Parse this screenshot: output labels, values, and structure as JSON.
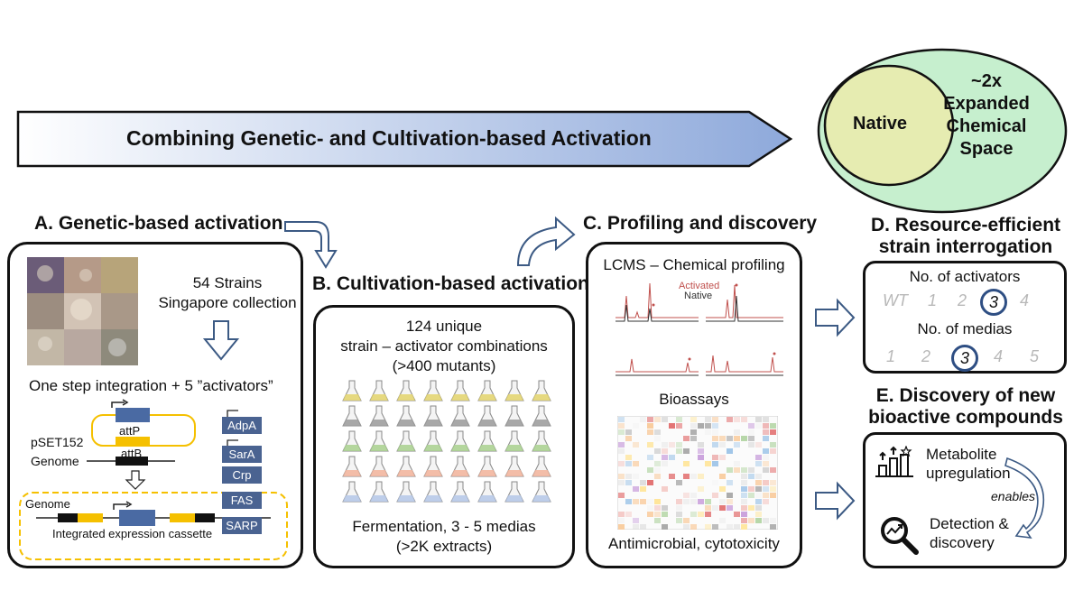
{
  "banner": {
    "title": "Combining Genetic- and Cultivation-based Activation"
  },
  "venn": {
    "inner": "Native",
    "outer_lines": [
      "~2x",
      "Expanded",
      "Chemical",
      "Space"
    ]
  },
  "panel_a": {
    "heading": "A. Genetic-based activation",
    "strains_line1": "54 Strains",
    "strains_line2": "Singapore collection",
    "integration": "One step integration + 5 ”activators”",
    "plasmid_label": "pSET152",
    "attp": "attP",
    "attb": "attB",
    "genome_label": "Genome",
    "genome_label2": "Genome",
    "cassette_label": "Integrated expression cassette",
    "activators": [
      "AdpA",
      "SarA",
      "Crp",
      "FAS",
      "SARP"
    ]
  },
  "panel_b": {
    "heading": "B. Cultivation-based activation",
    "line1": "124 unique",
    "line2": "strain – activator combinations",
    "line3": "(>400 mutants)",
    "line4": "Fermentation, 3 - 5 medias",
    "line5": "(>2K extracts)",
    "flask_colors": [
      "#e3d36b",
      "#9a9a9a",
      "#a8d08d",
      "#f2b39a",
      "#b4c7e7"
    ]
  },
  "panel_c": {
    "heading": "C. Profiling and discovery",
    "lcms": "LCMS – Chemical profiling",
    "activated": "Activated",
    "native": "Native",
    "bioassays": "Bioassays",
    "bottom": "Antimicrobial, cytotoxicity"
  },
  "panel_d": {
    "heading_line1": "D. Resource-efficient",
    "heading_line2": "strain interrogation",
    "activators_label": "No. of activators",
    "activator_numbers": [
      "WT",
      "1",
      "2",
      "3",
      "4"
    ],
    "activators_selected": "3",
    "medias_label": "No. of medias",
    "media_numbers": [
      "1",
      "2",
      "3",
      "4",
      "5"
    ],
    "medias_selected": "3"
  },
  "panel_e": {
    "heading_line1": "E. Discovery of new",
    "heading_line2": "bioactive compounds",
    "metabolite_line1": "Metabolite",
    "metabolite_line2": "upregulation",
    "enables": "enables",
    "detection_line1": "Detection &",
    "detection_line2": "discovery"
  },
  "colors": {
    "activator_box": "#4a6391",
    "arrow_outline": "#3c5a84",
    "banner_end": "#8ea9db",
    "venn_outer": "#c6efce",
    "venn_inner": "#e6ecb1",
    "yellow": "#f5c000",
    "blue_gene": "#4a6aa3"
  }
}
